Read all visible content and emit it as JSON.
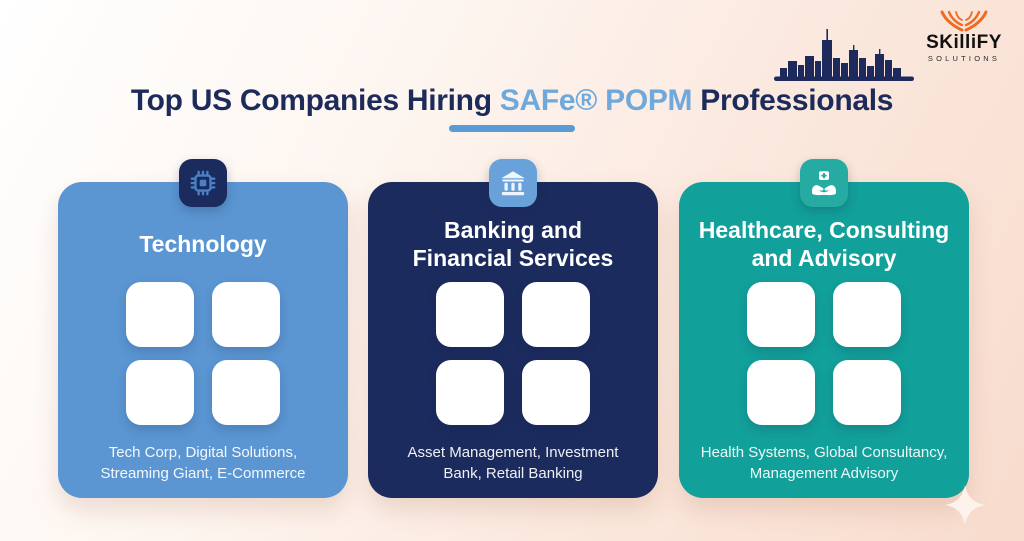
{
  "header": {
    "title_prefix": "Top US Companies Hiring ",
    "title_highlight": "SAFe® POPM",
    "title_suffix": " Professionals"
  },
  "logo": {
    "brand": "SKilliFY",
    "tagline": "SOLUTIONS",
    "accent_color": "#f26a21"
  },
  "colors": {
    "title_navy": "#1c2b5a",
    "title_highlight_blue": "#6fa9dc",
    "underline_blue": "#5b9bd5",
    "skyline_navy": "#1e2a5c",
    "card_technology_blue": "#5b96d2",
    "card_banking_navy": "#1b2b5e",
    "card_healthcare_teal": "#12a09a"
  },
  "cards": [
    {
      "id": "technology",
      "icon": "chip-icon",
      "title_line1": "Technology",
      "title_line2": "",
      "companies_line1": "Tech Corp, Digital Solutions,",
      "companies_line2": "Streaming Giant, E-Commerce",
      "placeholder_count": 4
    },
    {
      "id": "banking",
      "icon": "bank-icon",
      "title_line1": "Banking and",
      "title_line2": "Financial Services",
      "companies_line1": "Asset Management, Investment",
      "companies_line2": "Bank, Retail Banking",
      "placeholder_count": 4
    },
    {
      "id": "healthcare",
      "icon": "care-hands-icon",
      "title_line1": "Healthcare, Consulting",
      "title_line2": "and Advisory",
      "companies_line1": "Health Systems, Global Consultancy,",
      "companies_line2": "Management Advisory",
      "placeholder_count": 4
    }
  ]
}
